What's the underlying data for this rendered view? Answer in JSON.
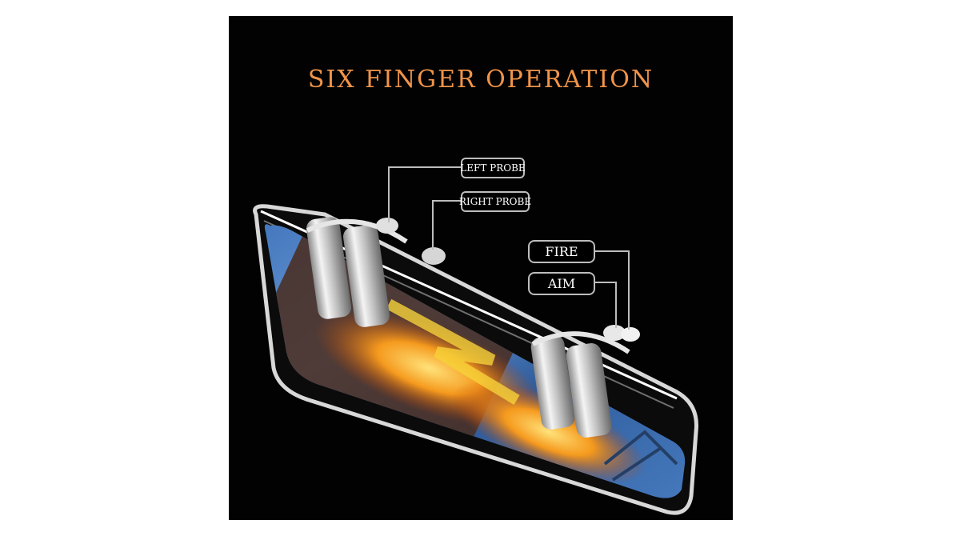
{
  "product_image": {
    "title": "SIX FINGER OPERATION",
    "title_color": "#f0944a",
    "background_color": "#020202",
    "callouts": [
      {
        "id": "left-probe",
        "label": "LEFT PROBE"
      },
      {
        "id": "right-probe",
        "label": "RIGHT PROBE"
      },
      {
        "id": "fire",
        "label": "FIRE"
      },
      {
        "id": "aim",
        "label": "AIM"
      }
    ],
    "subject": "Smartphone with two pairs of metallic trigger buttons clipped on its top edge, screen showing a game scene with fire explosion"
  }
}
